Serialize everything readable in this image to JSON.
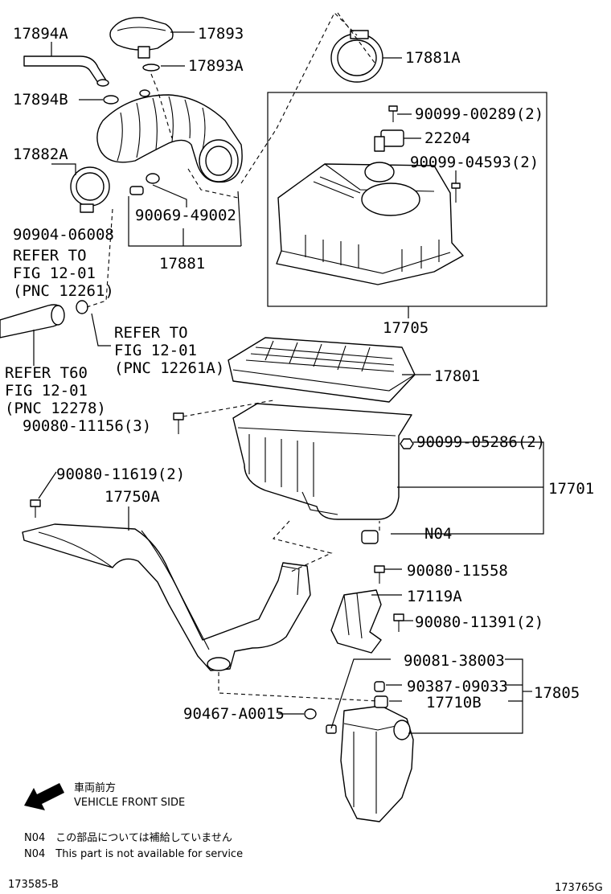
{
  "labels": {
    "p17894A": "17894A",
    "p17893": "17893",
    "p17893A": "17893A",
    "p17881A": "17881A",
    "p17894B": "17894B",
    "p90099_00289": "90099-00289(2)",
    "p22204": "22204",
    "p17882A": "17882A",
    "p90099_04593": "90099-04593(2)",
    "p90069_49002": "90069-49002",
    "p90904_06008": "90904-06008",
    "p17881": "17881",
    "p17705": "17705",
    "p17801": "17801",
    "p90080_11156": "90080-11156(3)",
    "p90099_05286": "90099-05286(2)",
    "p90080_11619": "90080-11619(2)",
    "p17750A": "17750A",
    "p17701": "17701",
    "pN04": "N04",
    "p90080_11558": "90080-11558",
    "p17119A": "17119A",
    "p90080_11391": "90080-11391(2)",
    "p90081_38003": "90081-38003",
    "p90387_09033": "90387-09033",
    "p17805": "17805",
    "p17710B": "17710B",
    "p90467_A0015": "90467-A0015"
  },
  "refer1": [
    "REFER TO",
    "FIG 12-01",
    "(PNC 12261)"
  ],
  "refer2": [
    "REFER TO",
    "FIG 12-01",
    "(PNC 12261A)"
  ],
  "refer3": [
    "REFER T60",
    "FIG 12-01",
    "(PNC 12278)"
  ],
  "direction": {
    "jp": "車両前方",
    "en": "VEHICLE FRONT SIDE"
  },
  "notes": {
    "jp": "N04　この部品については補給していません",
    "en": "N04　This part is not available for service"
  },
  "footer": {
    "left": "173585-B",
    "right": "173765G"
  }
}
